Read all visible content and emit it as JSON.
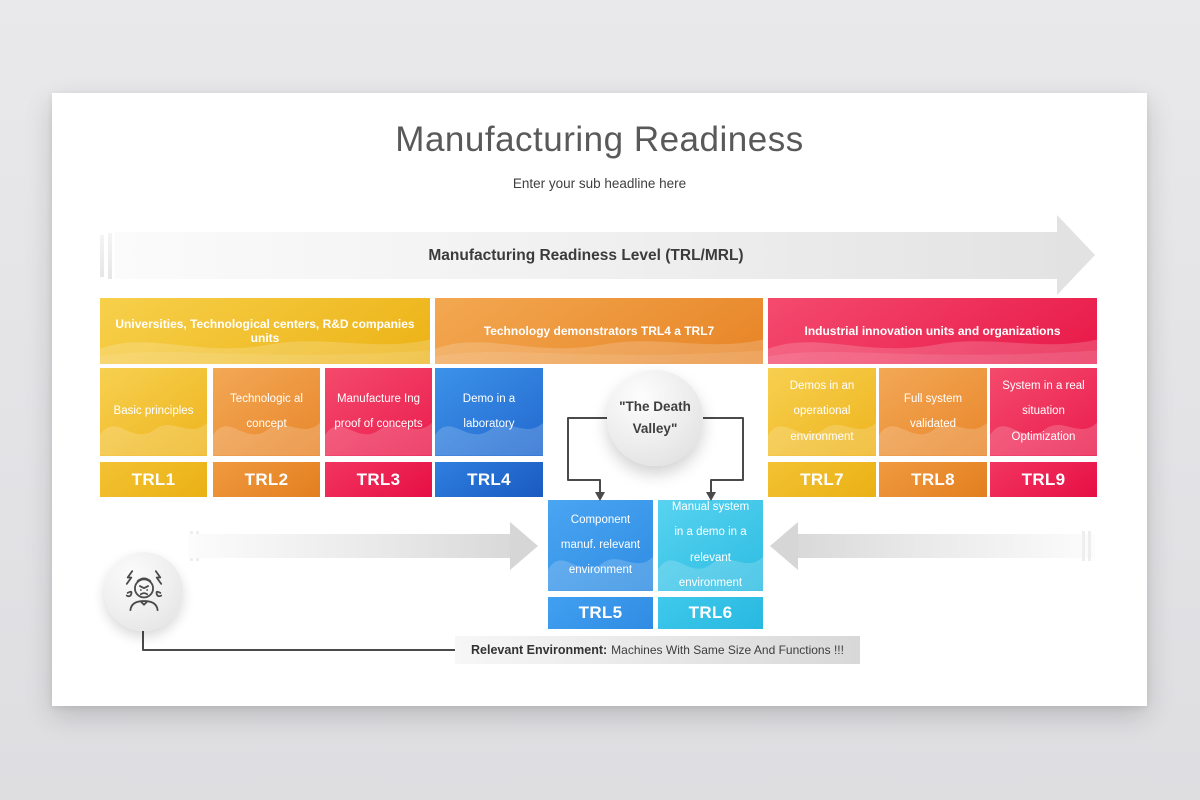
{
  "slide": {
    "title": "Manufacturing Readiness",
    "subtitle": "Enter your sub headline here",
    "banner_label": "Manufacturing Readiness Level (TRL/MRL)",
    "footer": {
      "bold": "Relevant Environment:",
      "text": "Machines With Same Size And Functions !!!"
    }
  },
  "groups": [
    {
      "label": "Universities, Technological centers, R&D companies units",
      "color": "#ecb215"
    },
    {
      "label": "Technology demonstrators TRL4 a TRL7",
      "color": "#e78426"
    },
    {
      "label": "Industrial innovation units and organizations",
      "color": "#e81847"
    }
  ],
  "levels": {
    "trl1": {
      "label": "TRL1",
      "desc": "Basic principles",
      "color": "#eeb41d"
    },
    "trl2": {
      "label": "TRL2",
      "desc": "Technologic al concept",
      "color": "#e8862b"
    },
    "trl3": {
      "label": "TRL3",
      "desc": "Manufacture Ing proof of concepts",
      "color": "#ea1c4e"
    },
    "trl4": {
      "label": "TRL4",
      "desc": "Demo in a laboratory",
      "color": "#2268cf"
    },
    "trl5": {
      "label": "TRL5",
      "desc": "Component manuf. relevant environment",
      "color": "#2f8ce2"
    },
    "trl6": {
      "label": "TRL6",
      "desc": "Manual system in a demo in a relevant environment",
      "color": "#2cbce2"
    },
    "trl7": {
      "label": "TRL7",
      "desc": "Demos in an operational environment",
      "color": "#eeb41d"
    },
    "trl8": {
      "label": "TRL8",
      "desc": "Full system validated",
      "color": "#e8862b"
    },
    "trl9": {
      "label": "TRL9",
      "desc": "System in a real situation Optimization",
      "color": "#ea1c4e"
    }
  },
  "death_valley": {
    "label": "\"The Death Valley\""
  },
  "colors": {
    "slide_background": "#ffffff",
    "page_background": "#e4e4e6",
    "arrow_gray": "#e2e2e2",
    "connector_gray": "#4a4a4a",
    "title_text": "#595959"
  }
}
